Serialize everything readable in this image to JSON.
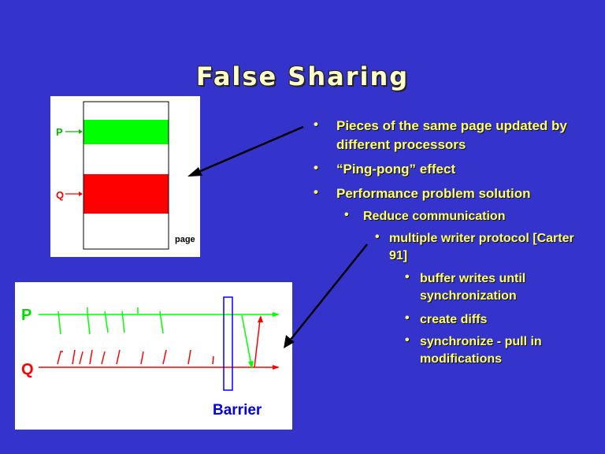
{
  "slide": {
    "title": "False Sharing"
  },
  "page_diagram": {
    "p_label": "P",
    "q_label": "Q",
    "page_label": "page"
  },
  "barrier_diagram": {
    "p_label": "P",
    "q_label": "Q",
    "barrier_label": "Barrier"
  },
  "bullets": [
    {
      "text": "Pieces of the same page updated by different processors"
    },
    {
      "text": "“Ping-pong” effect"
    },
    {
      "text": "Performance problem solution"
    },
    {
      "text": "Reduce communication"
    },
    {
      "text": "multiple writer protocol [Carter 91]"
    },
    {
      "text": "buffer writes until synchronization"
    },
    {
      "text": "create diffs"
    },
    {
      "text": "synchronize - pull in modifications"
    }
  ],
  "colors": {
    "background": "#3434cc",
    "title": "#ffffcc",
    "bullet_text": "#ffff66",
    "p_green": "#00ff00",
    "q_red": "#ff0000",
    "barrier_blue": "#0000ff",
    "arrow": "#000000"
  }
}
